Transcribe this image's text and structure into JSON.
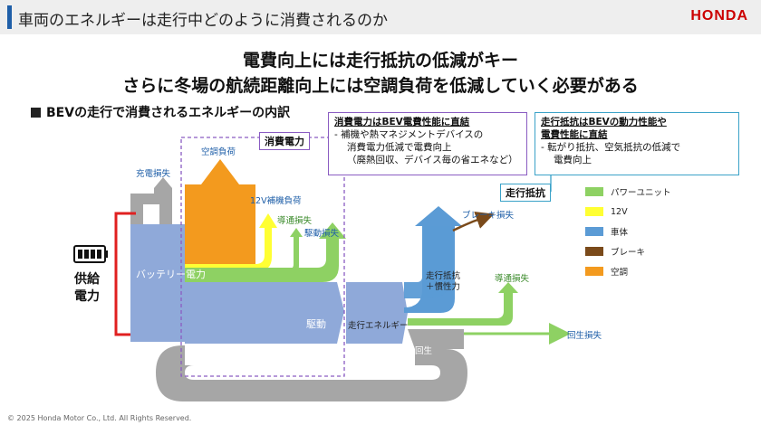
{
  "header": {
    "title": "車両のエネルギーは走行中どのように消費されるのか",
    "logo": "HONDA"
  },
  "headline": {
    "line1": "電費向上には走行抵抗の低減がキー",
    "line2": "さらに冬場の航続距離向上には空調負荷を低減していく必要がある"
  },
  "subtitle": "BEVの走行で消費されるエネルギーの内訳",
  "callouts": {
    "consumption": {
      "title": "消費電力はBEV電費性能に直結",
      "line1": "- 補機や熱マネジメントデバイスの",
      "line2": "消費電力低減で電費向上",
      "line3": "（廃熱回収、デバイス毎の省エネなど）"
    },
    "resistance": {
      "title1": "走行抵抗はBEVの動力性能や",
      "title2": "電費性能に直結",
      "line1": "- 転がり抵抗、空気抵抗の低減で",
      "line2": "電費向上"
    }
  },
  "tags": {
    "consumption_power": "消費電力",
    "running_resistance": "走行抵抗"
  },
  "flow_labels": {
    "charge_loss": "充電損失",
    "hvac_load": "空調負荷",
    "aux_12v_load": "12V補機負荷",
    "conduction_loss_1": "導通損失",
    "drive_loss": "駆動損失",
    "battery_power": "バッテリー電力",
    "drive": "駆動",
    "running_energy": "走行エネルギー",
    "brake_loss": "ブレーキ損失",
    "resistance_inertia_1": "走行抵抗",
    "resistance_inertia_2": "＋慣性力",
    "conduction_loss_2": "導通損失",
    "regen": "回生",
    "regen_loss": "回生損失"
  },
  "supply": {
    "line1": "供給",
    "line2": "電力"
  },
  "legend": [
    {
      "label": "パワーユニット",
      "color": "#8ed163"
    },
    {
      "label": "12V",
      "color": "#ffff33"
    },
    {
      "label": "車体",
      "color": "#5b9bd5"
    },
    {
      "label": "ブレーキ",
      "color": "#7a4a1a"
    },
    {
      "label": "空調",
      "color": "#f39a1e"
    }
  ],
  "colors": {
    "powerunit": "#8ed163",
    "v12": "#ffff33",
    "body": "#5b9bd5",
    "brake": "#7a4a1a",
    "hvac": "#f39a1e",
    "flow_main": "#8fa9d9",
    "grey": "#a6a6a6"
  },
  "copyright": "© 2025 Honda Motor Co., Ltd. All Rights Reserved."
}
